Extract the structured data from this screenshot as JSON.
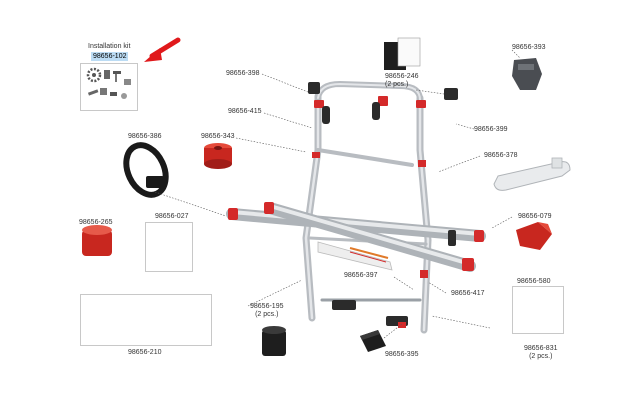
{
  "installation_kit": {
    "title": "Installation kit",
    "code": "98656-102"
  },
  "parts": [
    {
      "key": "p246",
      "code": "98656-246",
      "qty": "(2 pcs.)"
    },
    {
      "key": "p393",
      "code": "98656-393"
    },
    {
      "key": "p398",
      "code": "98656-398"
    },
    {
      "key": "p415",
      "code": "98656-415"
    },
    {
      "key": "p399",
      "code": "98656-399"
    },
    {
      "key": "p386",
      "code": "98656-386"
    },
    {
      "key": "p343",
      "code": "98656-343"
    },
    {
      "key": "p378",
      "code": "98656-378"
    },
    {
      "key": "p027",
      "code": "98656-027"
    },
    {
      "key": "p265",
      "code": "98656-265"
    },
    {
      "key": "p079",
      "code": "98656-079"
    },
    {
      "key": "p397",
      "code": "98656-397"
    },
    {
      "key": "p417",
      "code": "98656-417"
    },
    {
      "key": "p580",
      "code": "98656-580"
    },
    {
      "key": "p195",
      "code": "98656-195",
      "qty": "(2 pcs.)"
    },
    {
      "key": "p210",
      "code": "98656-210"
    },
    {
      "key": "p395",
      "code": "98656-395"
    },
    {
      "key": "p831",
      "code": "98656-831",
      "qty": "(2 pcs.)"
    }
  ],
  "colors": {
    "accent_red": "#d42a2a",
    "arrow_red": "#e0191b",
    "aluminium": "#c9ccd0",
    "black_part": "#2b2b2b",
    "highlight": "#bcdcf4"
  }
}
